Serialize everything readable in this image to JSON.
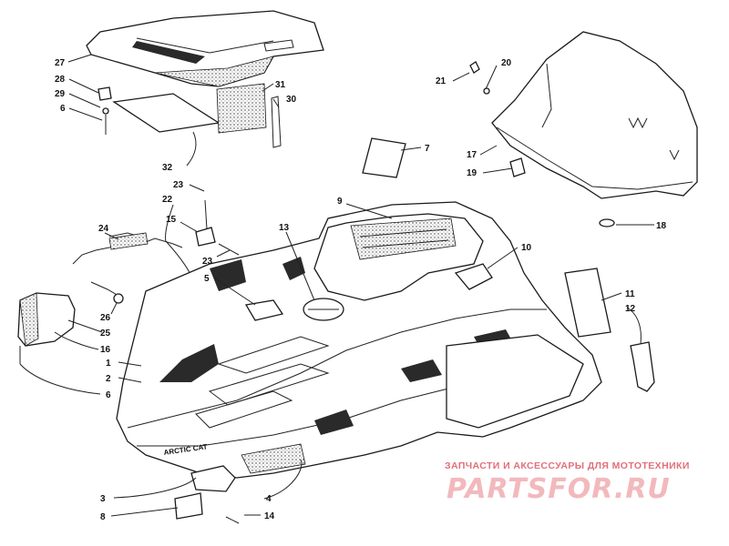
{
  "diagram": {
    "hood_brand_text": "ARCTIC CAT",
    "callouts": [
      "27",
      "28",
      "29",
      "6",
      "31",
      "30",
      "32",
      "21",
      "20",
      "7",
      "17",
      "19",
      "18",
      "23",
      "22",
      "15",
      "23",
      "24",
      "9",
      "13",
      "10",
      "5",
      "26",
      "25",
      "16",
      "1",
      "2",
      "6",
      "11",
      "12",
      "3",
      "4",
      "8",
      "14"
    ]
  },
  "watermark": {
    "caption": "ЗАПЧАСТИ И АКСЕССУАРЫ ДЛЯ МОТОТЕХНИКИ",
    "logo": "PARTSFOR.RU"
  }
}
